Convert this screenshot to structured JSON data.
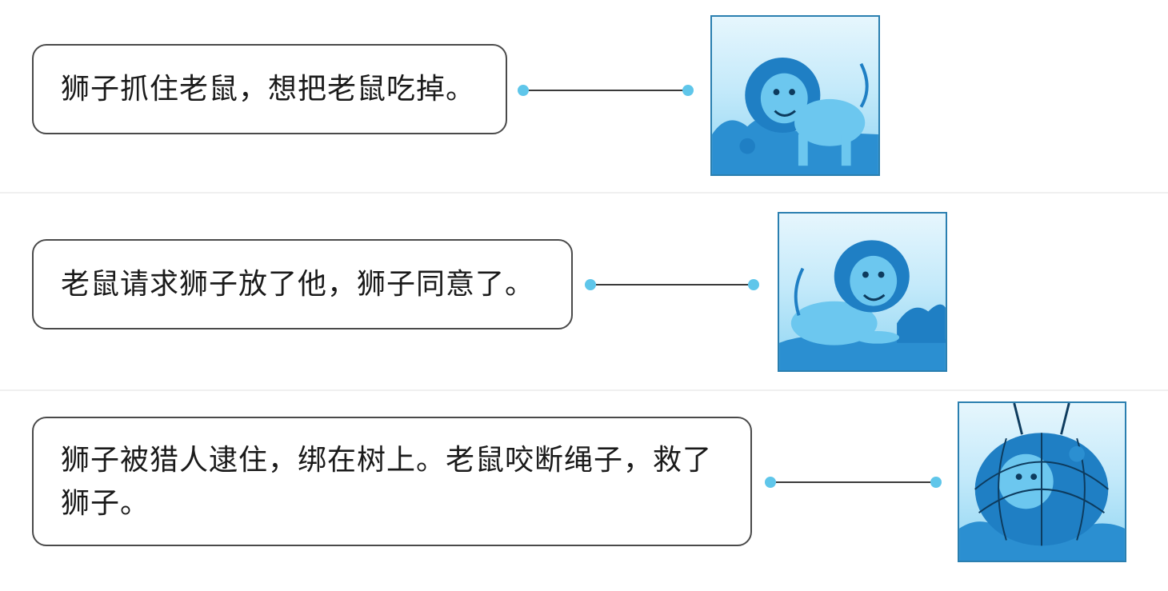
{
  "items": [
    {
      "text": "狮子抓住老鼠，想把老鼠吃掉。"
    },
    {
      "text": "老鼠请求狮子放了他，狮子同意了。"
    },
    {
      "text": "狮子被猎人逮住，绑在树上。老鼠咬断绳子，救了狮子。"
    }
  ],
  "images": [
    {
      "icon": "lion-catching-mouse-illustration"
    },
    {
      "icon": "lion-releasing-mouse-illustration"
    },
    {
      "icon": "lion-trapped-in-net-illustration"
    }
  ],
  "colors": {
    "dot": "#5fc6ea",
    "illustration_blue": "#1e90d6",
    "sky": "#c5eafa"
  }
}
